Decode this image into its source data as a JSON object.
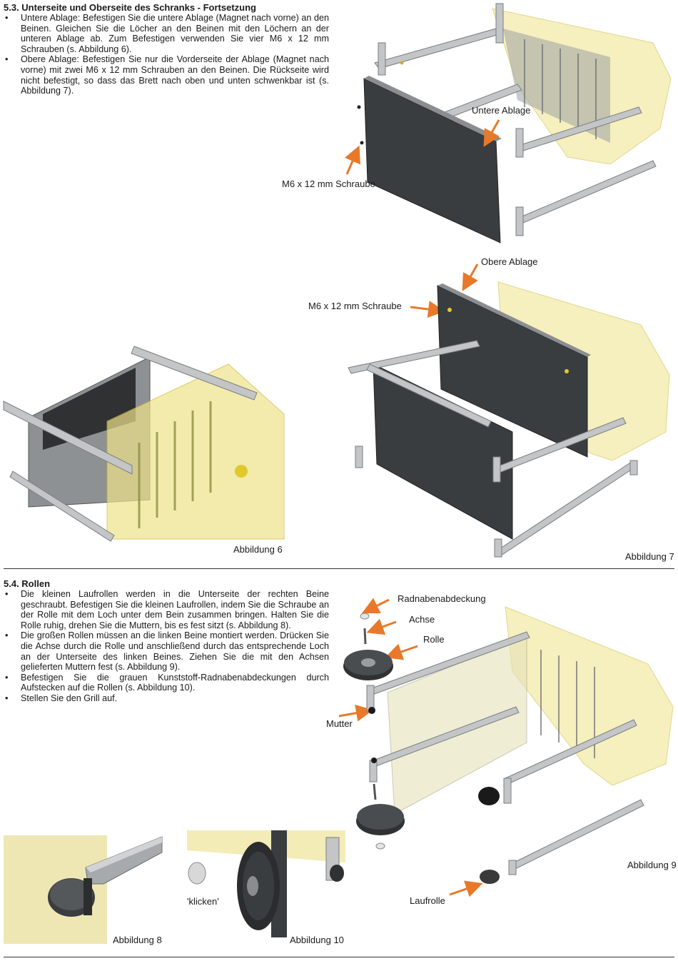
{
  "section_53": {
    "heading": "5.3. Unterseite und Oberseite des Schranks - Fortsetzung",
    "bullets": [
      "Untere Ablage: Befestigen Sie die untere Ablage (Magnet nach vorne) an den Beinen. Gleichen Sie die Löcher an den Beinen mit den Löchern an der unteren Ablage ab.  Zum Befestigen verwenden Sie vier M6 x 12 mm Schrauben (s. Abbildung 6).",
      "Obere Ablage: Befestigen Sie nur die Vorderseite der Ablage (Magnet nach vorne) mit zwei M6 x 12 mm Schrauben an den Beinen. Die Rückseite wird nicht befestigt, so dass das Brett nach oben und unten schwenkbar ist (s. Abbildung 7)."
    ]
  },
  "labels": {
    "untere_ablage": "Untere Ablage",
    "schraube_1": "M6 x 12 mm Schraube",
    "obere_ablage": "Obere Ablage",
    "schraube_2": "M6 x 12 mm Schraube",
    "abb6": "Abbildung 6",
    "abb7": "Abbildung 7",
    "radnabe": "Radnabenabdeckung",
    "achse": "Achse",
    "rolle": "Rolle",
    "mutter": "Mutter",
    "abb9": "Abbildung 9",
    "laufrolle": "Laufrolle",
    "klicken": "'klicken'",
    "abb8": "Abbildung 8",
    "abb10": "Abbildung 10"
  },
  "section_54": {
    "heading": "5.4. Rollen",
    "bullets": [
      "Die kleinen Laufrollen werden in die Unterseite der rechten Beine geschraubt. Befestigen Sie die kleinen Laufrollen, indem Sie die Schraube an der Rolle mit dem Loch unter dem Bein zusammen bringen. Halten Sie die Rolle ruhig, drehen Sie die Muttern, bis es fest sitzt (s. Abbildung 8).",
      "Die großen Rollen müssen an die linken Beine montiert werden. Drücken Sie die Achse durch die Rolle und anschließend durch das entsprechende Loch an der Unterseite des linken Beines. Ziehen Sie die mit den Achsen gelieferten Muttern fest (s. Abbildung 9).",
      "Befestigen Sie die grauen Kunststoff-Radnabenabdeckungen durch Aufstecken auf die Rollen (s. Abbildung 10).",
      "Stellen Sie den Grill auf."
    ]
  },
  "colors": {
    "arrow": "#e8792a",
    "panel": "#3a3d40",
    "frame": "#b8babc",
    "grill_yellow": "#e8d84a"
  }
}
